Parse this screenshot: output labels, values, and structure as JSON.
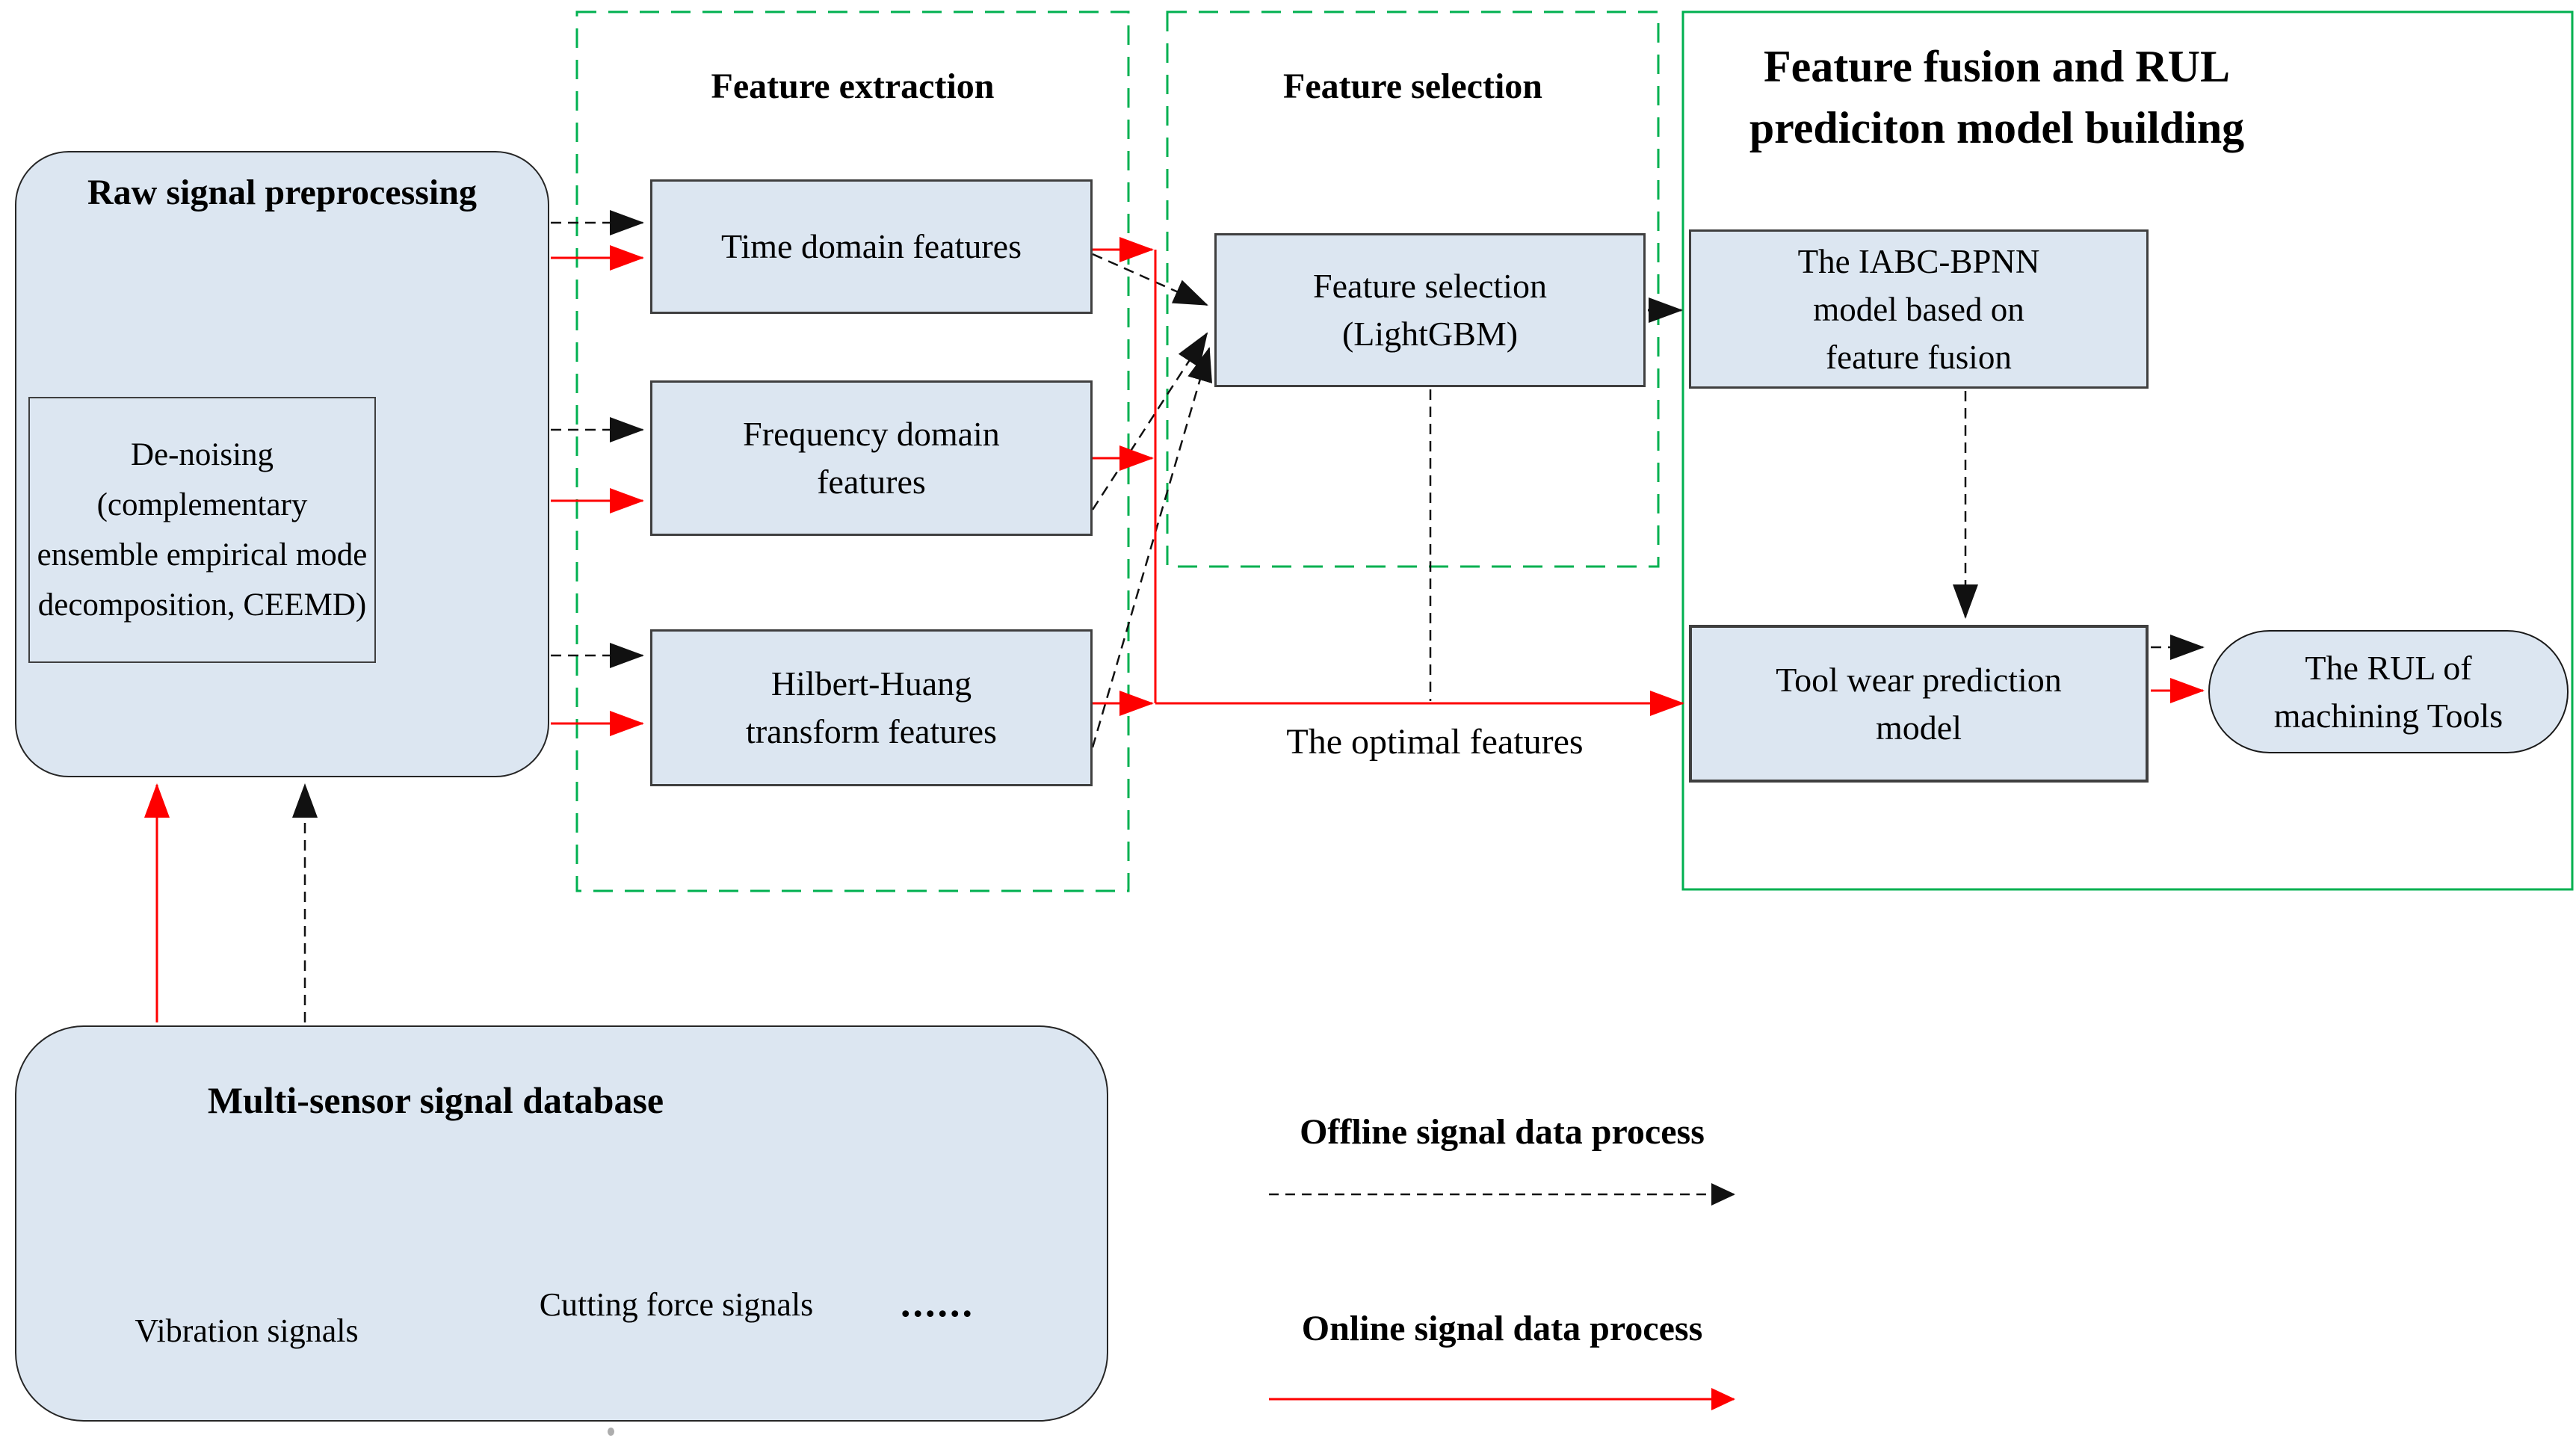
{
  "sections": {
    "feature_extraction": {
      "title": "Feature extraction"
    },
    "feature_selection": {
      "title": "Feature selection"
    },
    "feature_fusion": {
      "title": "Feature fusion and RUL\nprediciton model building"
    }
  },
  "nodes": {
    "raw": {
      "title": "Raw signal preprocessing"
    },
    "denoising": {
      "label": "De-noising\n(complementary\nensemble empirical mode\ndecomposition, CEEMD)"
    },
    "time": {
      "label": "Time domain features"
    },
    "frequency": {
      "label": "Frequency  domain\nfeatures"
    },
    "hilbert": {
      "label": "Hilbert-Huang\ntransform features"
    },
    "selection": {
      "label": "Feature selection\n(LightGBM)"
    },
    "iabc": {
      "label": "The IABC-BPNN\nmodel based on\nfeature fusion"
    },
    "tool_wear": {
      "label": "Tool wear prediction\nmodel"
    },
    "rul": {
      "label": "The RUL of\nmachining Tools"
    }
  },
  "database": {
    "title": "Multi-sensor signal database",
    "cylinders": [
      {
        "label": "Vibration signals"
      },
      {
        "label": "Cutting force signals"
      }
    ],
    "ellipsis": "......"
  },
  "annotations": {
    "optimal_features": "The optimal features"
  },
  "legend": {
    "offline_label": "Offline signal data process",
    "online_label": "Online signal data process"
  },
  "colors": {
    "node_fill": "#dce6f1",
    "node_border": "#3f3f3f",
    "offline_arrow": "#111111",
    "online_arrow": "#fe0000",
    "container_green": "#00b050"
  }
}
